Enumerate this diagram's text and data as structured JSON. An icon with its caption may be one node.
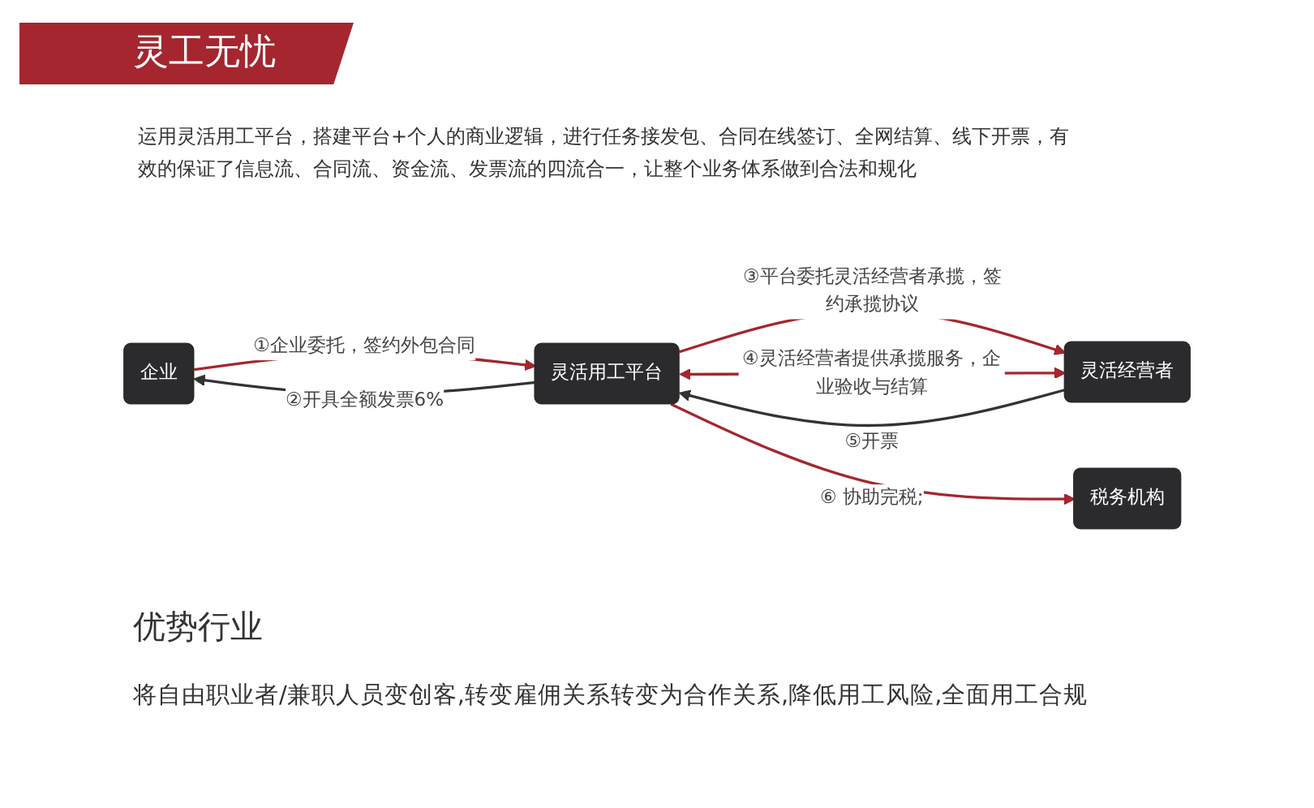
{
  "diagram": {
    "title": "灵工无忧",
    "nodes": [
      {
        "text": [
          "企业"
        ]
      },
      {
        "text": [
          "灵活用工平台"
        ]
      },
      {
        "text": [
          "灵活经营者"
        ]
      },
      {
        "text": [
          "税务机构"
        ]
      }
    ],
    "edges": [
      {
        "from": 0,
        "to": 1,
        "arrow": "to",
        "label": "①企业委托，签约外包合同"
      },
      {
        "from": 1,
        "to": 0,
        "arrow": "to",
        "label": "②开具全额发票6%",
        "color": "#333333"
      },
      {
        "from": 1,
        "to": 2,
        "arrow": "to",
        "label": "③平台委托灵活经营者承揽，签约承揽协议"
      },
      {
        "from": 1,
        "to": 2,
        "arrow": "both",
        "label": "④灵活经营者提供承揽服务，企业验收与结算"
      },
      {
        "from": 2,
        "to": 1,
        "arrow": "to",
        "label": "⑤开票",
        "color": "#333333"
      },
      {
        "from": 1,
        "to": 3,
        "arrow": "to",
        "label": "⑥ 协助完税;"
      }
    ],
    "labels": [
      "运用灵活用工平台，搭建平台+个人的商业逻辑，进行任务接发包、合同在线签订、全网结算、线下开票，有效的保证了信息流、合同流、资金流、发票流的四流合一，让整个业务体系做到合法和规化",
      "优势行业",
      "将自由职业者/兼职人员变创客,转变雇佣关系转变为合作关系,降低用工风险,全面用工合规"
    ]
  }
}
